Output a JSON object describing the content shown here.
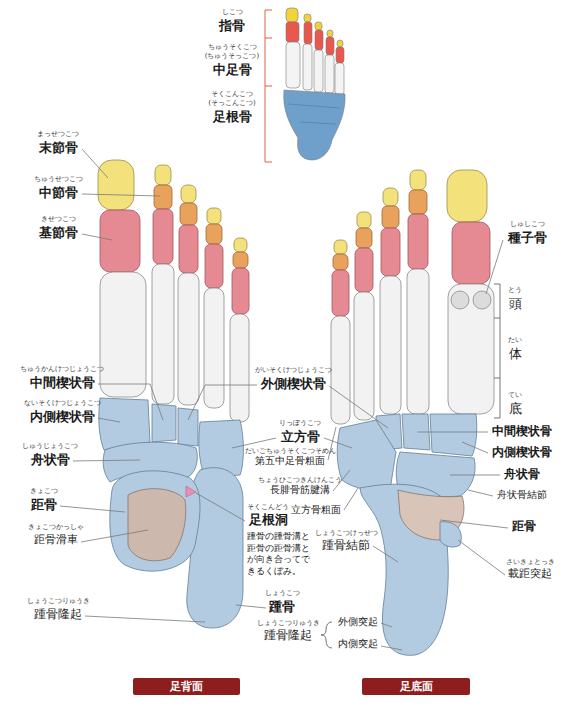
{
  "diagram": {
    "nodes": [
      {
        "text": [
          "足背面"
        ]
      },
      {
        "text": [
          "足底面"
        ]
      }
    ],
    "labels": [
      "しこつ",
      "指骨",
      "ちゅうそくこつ",
      "(ちゅうそっこつ)",
      "中足骨",
      "そくこんこつ",
      "(そっこんこつ)",
      "足根骨",
      "まっせつこつ",
      "末節骨",
      "ちゅうせつこつ",
      "中節骨",
      "きせつこつ",
      "基節骨",
      "ちゅうかんけつじょうこつ",
      "中間楔状骨",
      "ないそくけつじょうこつ",
      "内側楔状骨",
      "しゅうじょうこつ",
      "舟状骨",
      "きょこつ",
      "距骨",
      "きょこつかっしゃ",
      "距骨滑車",
      "しょうこつりゅうき",
      "踵骨隆起",
      "がいそくけつじょうこつ",
      "外側楔状骨",
      "りっぽうこつ",
      "立方骨",
      "だいごちゅうそくこつそめん",
      "第五中足骨粗面",
      "ちょうひこつきんけんこう",
      "長腓骨筋腱溝",
      "立方骨粗面",
      "そくこんどう",
      "足根洞",
      "踵骨の踵骨溝と 距骨の距骨溝と が向き合ってで きるくぼみ。",
      "しょうこつ",
      "踵骨",
      "しょうこつりゅうき",
      "踵骨隆起",
      "外側突起",
      "内側突起",
      "しゅしこつ",
      "種子骨",
      "とう",
      "頭",
      "たい",
      "体",
      "てい",
      "底",
      "中間楔状骨",
      "内側楔状骨",
      "舟状骨",
      "舟状骨結節",
      "距骨",
      "さいきょとっき",
      "載距突起",
      "しょうこつけっせつ",
      "踵骨結節"
    ]
  }
}
